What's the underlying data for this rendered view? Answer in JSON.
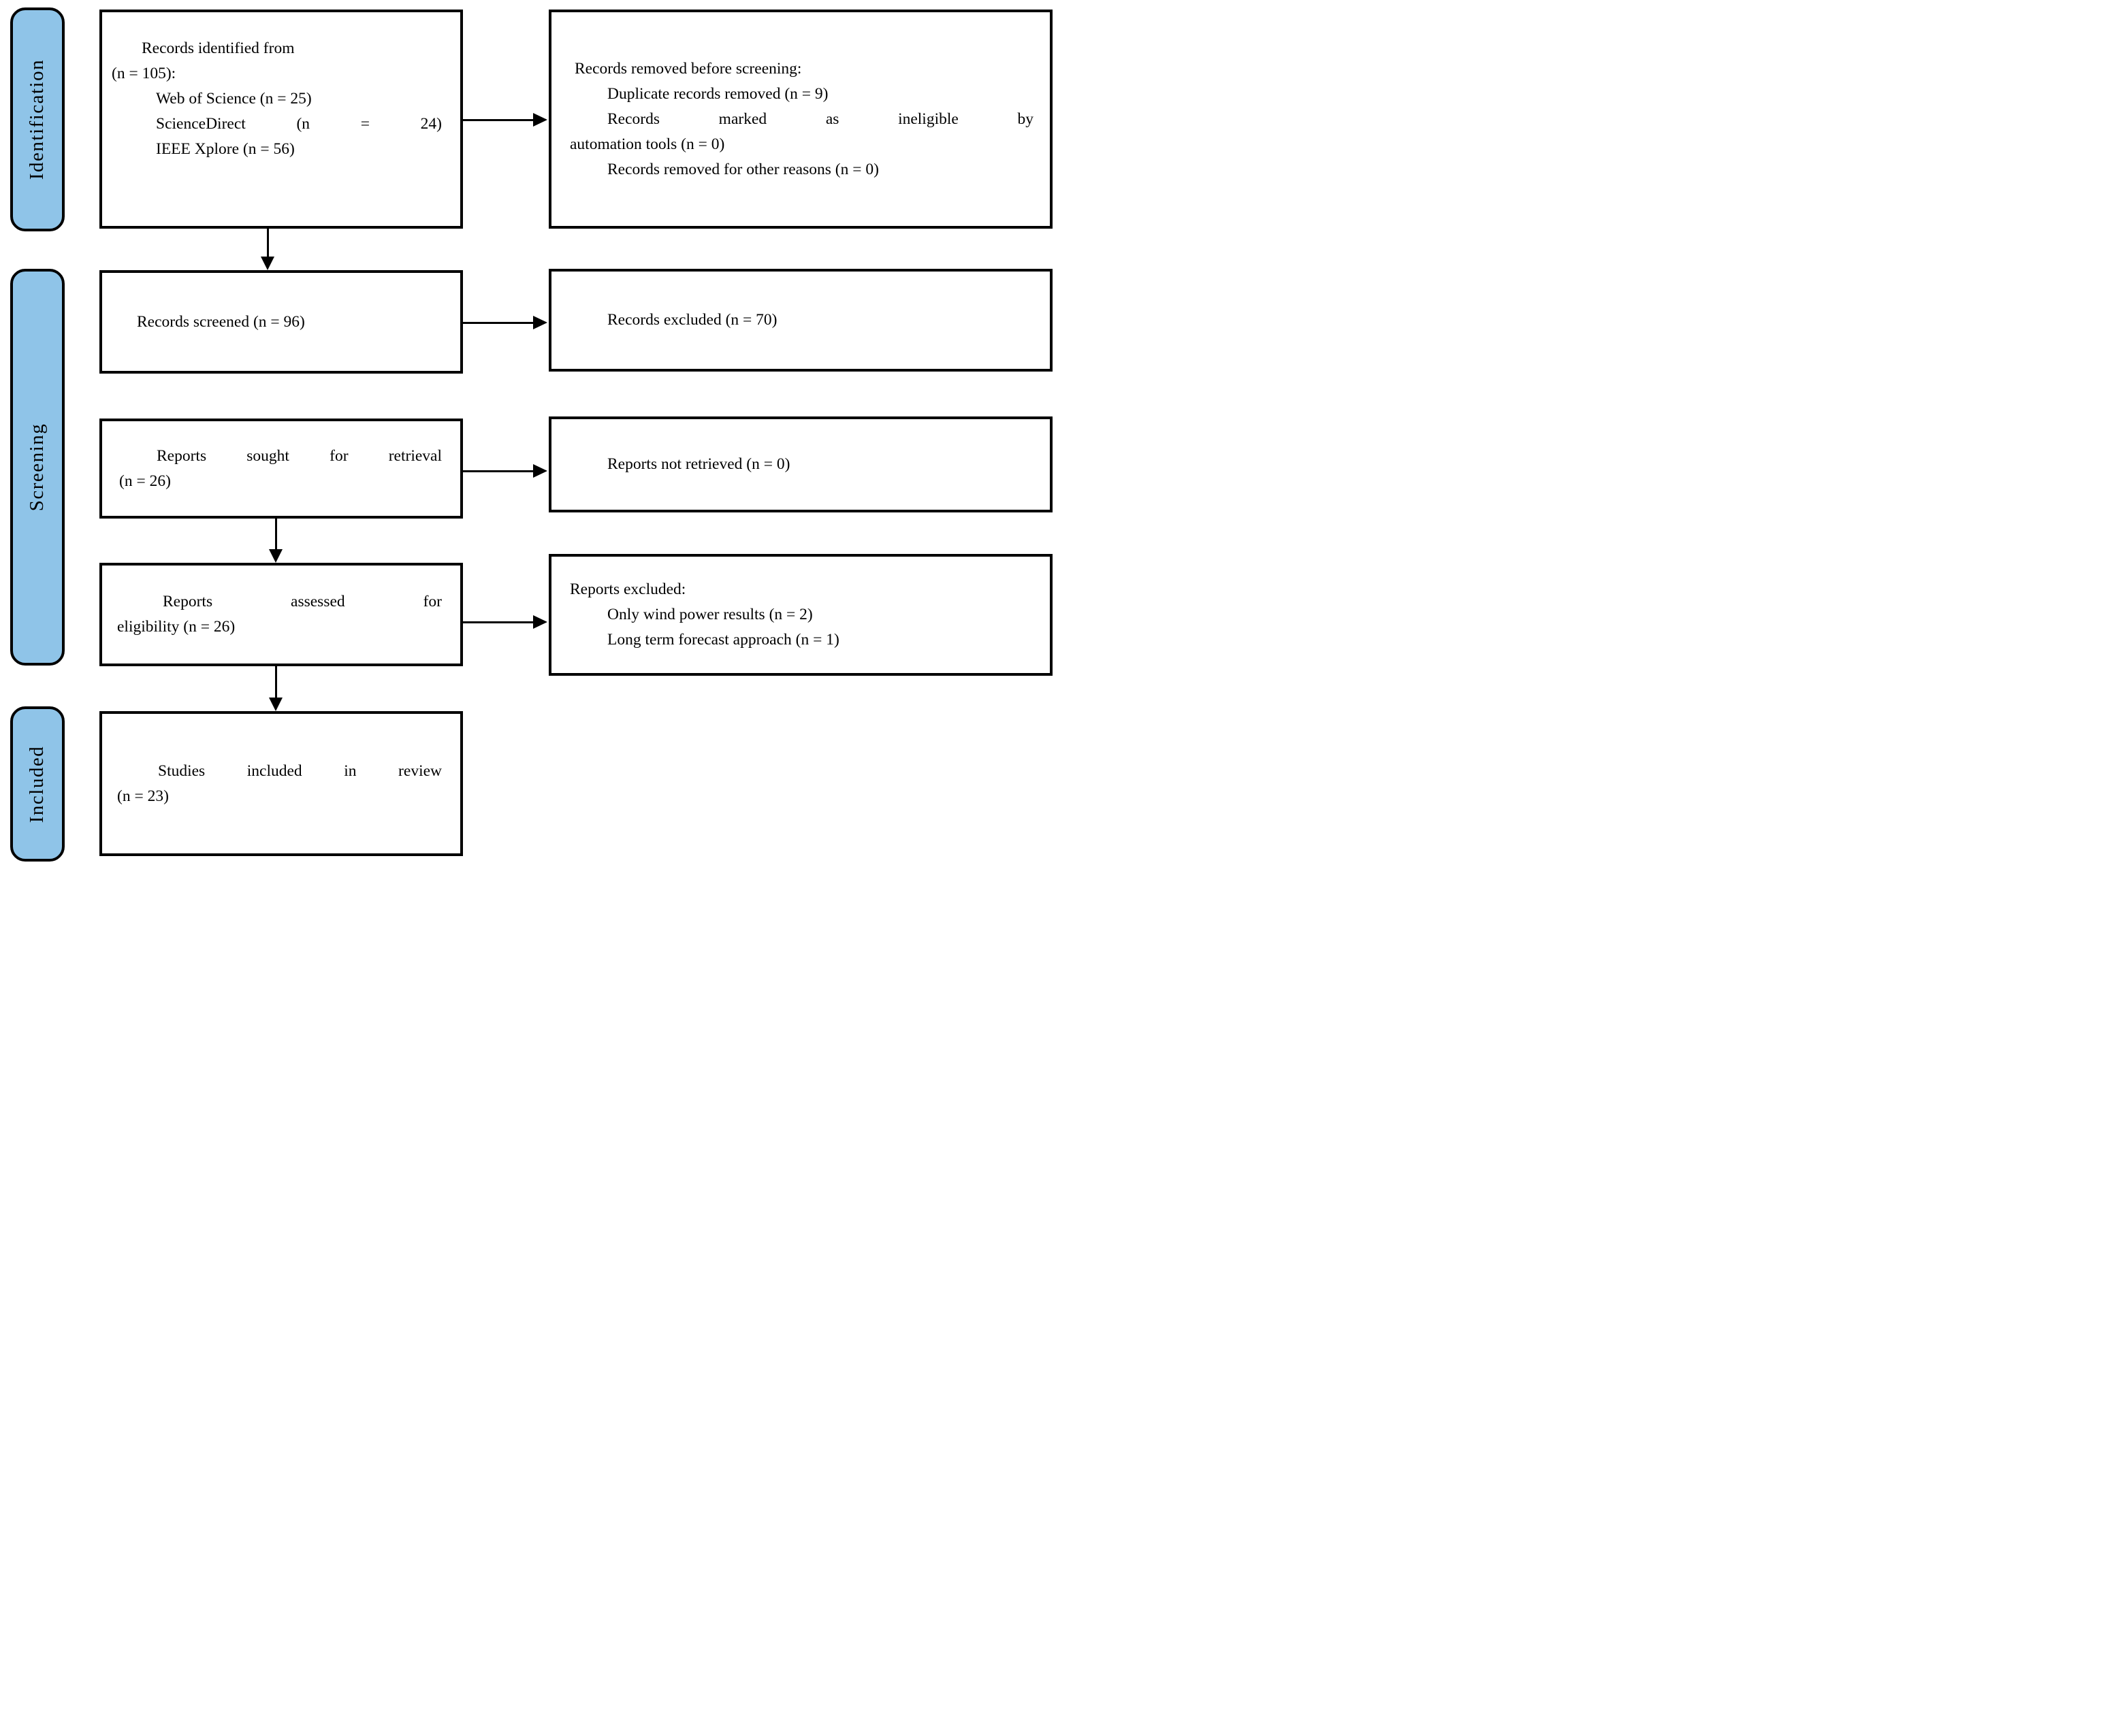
{
  "diagram_type": "PRISMA flow diagram",
  "colors": {
    "ribbon_fill": "#8FC4E8",
    "border": "#000000",
    "background": "#FFFFFF"
  },
  "stages": {
    "identification": "Identification",
    "screening": "Screening",
    "included": "Included"
  },
  "boxes": {
    "records_identified": {
      "lines": [
        {
          "text": "Records identified from"
        },
        {
          "text": "(n = 105):"
        },
        {
          "text": "Web of Science (n = 25)"
        },
        {
          "text": "ScienceDirect (n = 24)"
        },
        {
          "text": "IEEE Xplore (n = 56)"
        }
      ]
    },
    "records_removed": {
      "lines": [
        {
          "text": "Records removed before screening:"
        },
        {
          "text": "Duplicate records removed (n = 9)"
        },
        {
          "text": "Records marked as ineligible by"
        },
        {
          "text": "automation tools (n = 0)"
        },
        {
          "text": "Records removed for other reasons (n = 0)"
        }
      ]
    },
    "records_screened": {
      "lines": [
        {
          "text": "Records screened (n = 96)"
        }
      ]
    },
    "records_excluded": {
      "lines": [
        {
          "text": "Records excluded (n = 70)"
        }
      ]
    },
    "reports_sought": {
      "lines": [
        {
          "text": "Reports sought for retrieval"
        },
        {
          "text": "(n = 26)"
        }
      ]
    },
    "reports_not_retrieved": {
      "lines": [
        {
          "text": "Reports not retrieved (n = 0)"
        }
      ]
    },
    "reports_assessed": {
      "lines": [
        {
          "text": "Reports assessed for"
        },
        {
          "text": "eligibility (n = 26)"
        }
      ]
    },
    "reports_excluded": {
      "lines": [
        {
          "text": "Reports excluded:"
        },
        {
          "text": "Only wind power results (n = 2)"
        },
        {
          "text": "Long term forecast approach (n = 1)"
        }
      ]
    },
    "studies_included": {
      "lines": [
        {
          "text": "Studies included in review"
        },
        {
          "text": "(n = 23)"
        }
      ]
    }
  }
}
